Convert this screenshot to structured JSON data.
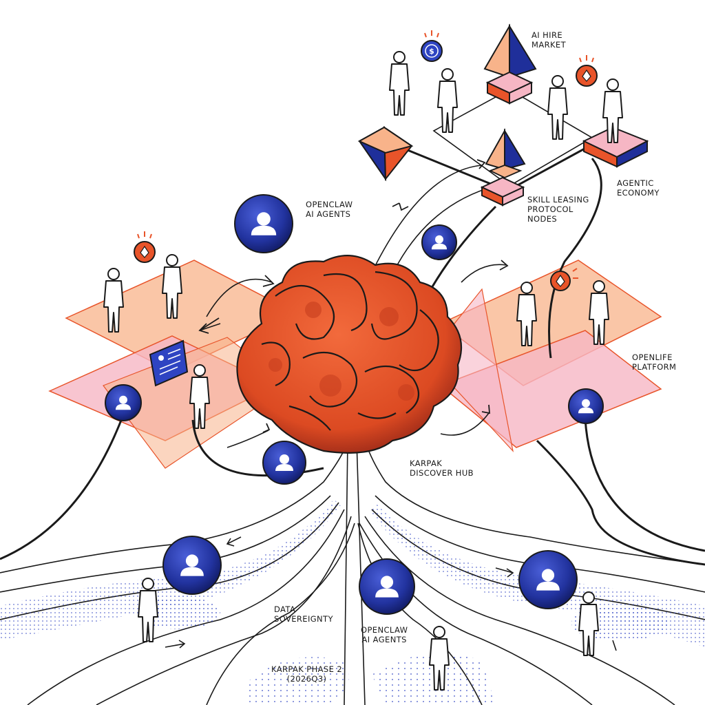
{
  "labels": {
    "ai_hire_market": [
      "AI HIRE",
      "MARKET"
    ],
    "agentic_economy": [
      "AGENTIC",
      "ECONOMY"
    ],
    "skill_leasing": [
      "SKILL LEASING",
      "PROTOCOL",
      "NODES"
    ],
    "openclaw_top": [
      "OPENCLAW",
      "AI AGENTS"
    ],
    "openlife_platform": [
      "OPENLIFE",
      "PLATFORM"
    ],
    "karpak_hub": [
      "KARPAK",
      "DISCOVER HUB"
    ],
    "data_sovereignty": [
      "DATA",
      "SOVEREIGNTY"
    ],
    "openclaw_bottom": [
      "OPENCLAW",
      "AI AGENTS"
    ],
    "karpak_phase": [
      "KARPAK PHASE 2",
      "(2026Q3)"
    ]
  },
  "icons": {
    "central_hub": "coral-brain-icon",
    "agent_orb": "person-orb-icon",
    "token": "coin-icon",
    "node": "pyramid-icon",
    "profile_card": "profile-card-icon"
  },
  "colors": {
    "coral": "#e8542a",
    "coral_dark": "#b8321a",
    "navy": "#1f2f9a",
    "peach": "#f8b38a",
    "pink": "#f6b6c4",
    "ink": "#1a1a1a"
  }
}
